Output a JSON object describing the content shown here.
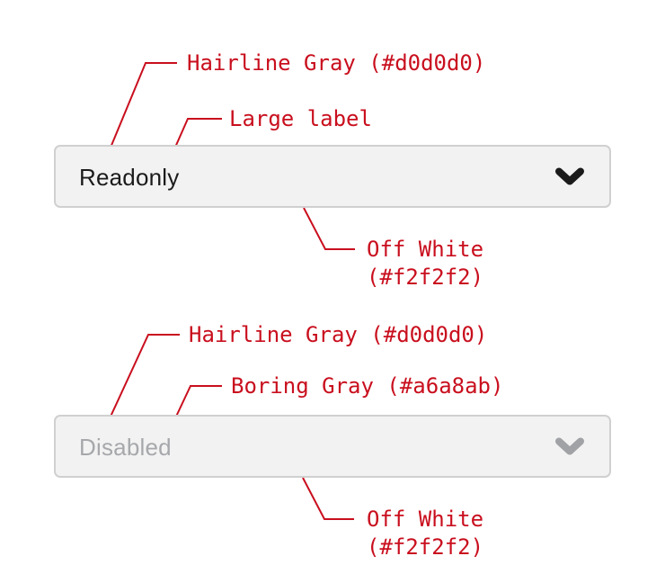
{
  "colors": {
    "page_bg": "#ffffff",
    "annotation_red": "#c90f1e",
    "hairline_gray": "#d0d0d0",
    "off_white": "#f2f2f2",
    "boring_gray": "#a6a8ab",
    "label_dark": "#1b1b1b",
    "chevron_gray": "#a0a2a5"
  },
  "readonly_select": {
    "label": "Readonly",
    "annotations": {
      "border": "Hairline Gray (#d0d0d0)",
      "label": "Large label",
      "background": "Off White\n(#f2f2f2)"
    }
  },
  "disabled_select": {
    "label": "Disabled",
    "annotations": {
      "border": "Hairline Gray (#d0d0d0)",
      "text_color": "Boring Gray (#a6a8ab)",
      "background": "Off White\n(#f2f2f2)"
    }
  }
}
